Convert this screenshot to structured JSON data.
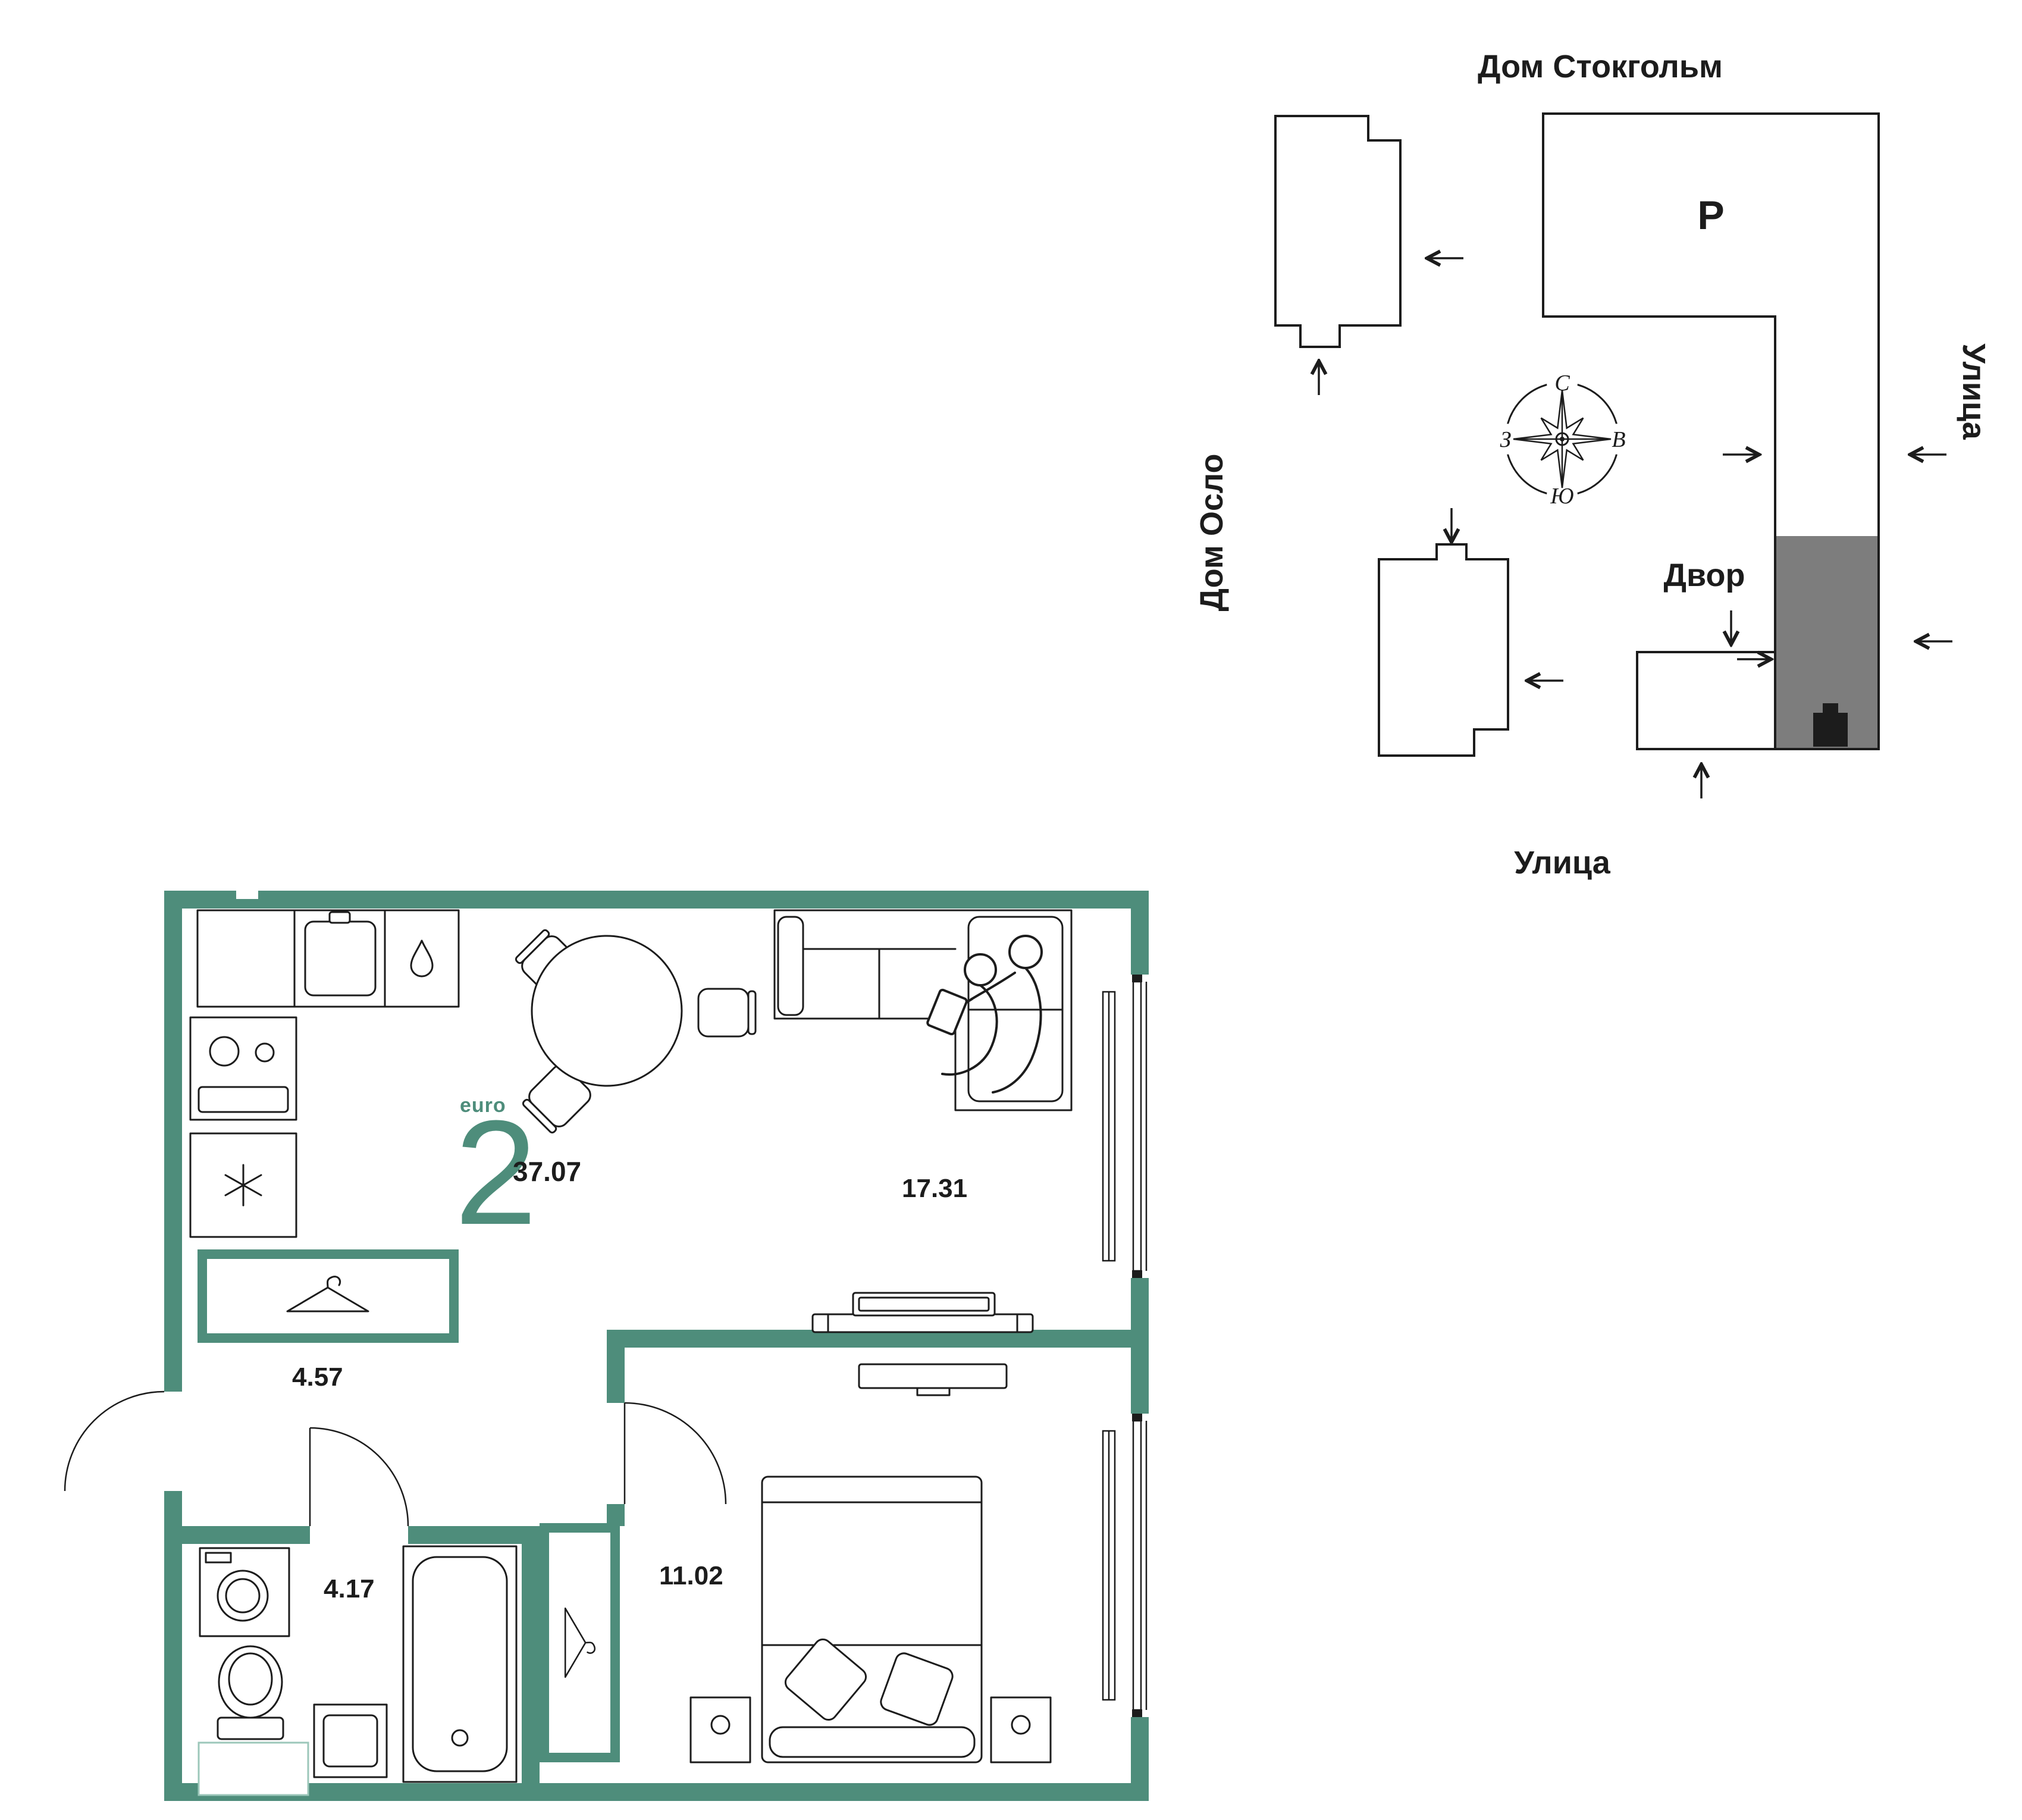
{
  "colors": {
    "wall": "#4E8D7B",
    "accent": "#4E8D7B",
    "line": "#1C1C1C",
    "highlight": "#7D7D7D",
    "light": "#9CC7BA"
  },
  "site_plan": {
    "house_top": "Дом Стокгольм",
    "house_left": "Дом Осло",
    "street_right": "Улица",
    "street_bottom": "Улица",
    "courtyard": "Двор",
    "parking": "Р",
    "compass": {
      "n": "С",
      "s": "Ю",
      "w": "З",
      "e": "В"
    }
  },
  "apartment": {
    "format": "euro",
    "rooms": "2",
    "total_area": "37.07",
    "areas": {
      "living_kitchen": "17.31",
      "hall": "4.57",
      "bathroom": "4.17",
      "bedroom": "11.02"
    }
  }
}
